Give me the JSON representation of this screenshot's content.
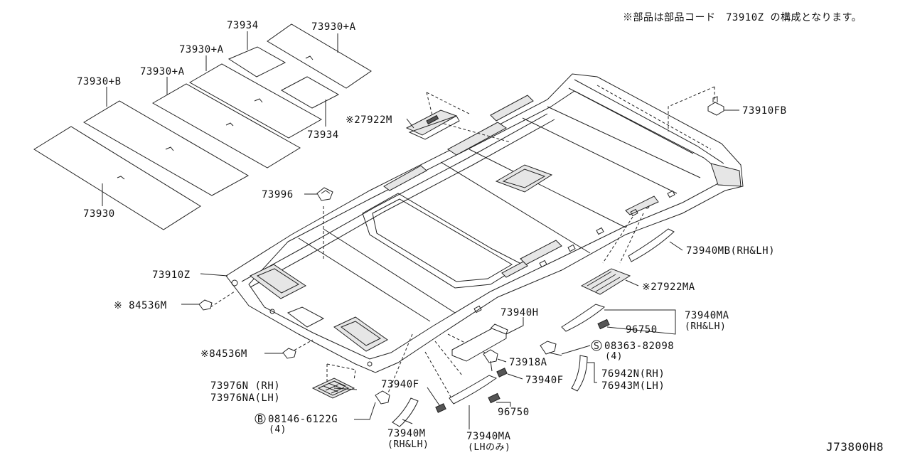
{
  "note": "※部品は部品コード　73910Z の構成となります。",
  "diagram_id": "J73800H8",
  "labels": {
    "l73934a": "73934",
    "l73930A1": "73930+A",
    "l73930A2": "73930+A",
    "l73930A3": "73930+A",
    "l73930B": "73930+B",
    "l73934b": "73934",
    "l73930": "73930",
    "l27922M": "※27922M",
    "l73910FB": "73910FB",
    "l73996": "73996",
    "l73910Z": "73910Z",
    "l84536M1": "※ 84536M",
    "l84536M2": "※84536M",
    "l73940MB": "73940MB(RH&LH)",
    "l27922MA": "※27922MA",
    "l73940H": "73940H",
    "l73940MA": "73940MA",
    "l96750a": "96750",
    "l73940MA_rhlh": "(RH&LH)",
    "l08363": "08363-82098",
    "l08363_qty": "(4)",
    "l73918A": "73918A",
    "l73940Fa": "73940F",
    "l76942N": "76942N(RH)",
    "l76943M": "76943M(LH)",
    "l73976N": "73976N (RH)",
    "l73976NA": "73976NA(LH)",
    "l73940Fb": "73940F",
    "l08146": "08146-6122G",
    "l08146_qty": "(4)",
    "l96750b": "96750",
    "l73940M": "73940M",
    "l73940M_rhlh": "(RH&LH)",
    "l73940MA2": "73940MA",
    "l73940MA2_lh": "(LHのみ)",
    "circle_S": "S",
    "circle_B": "B"
  }
}
